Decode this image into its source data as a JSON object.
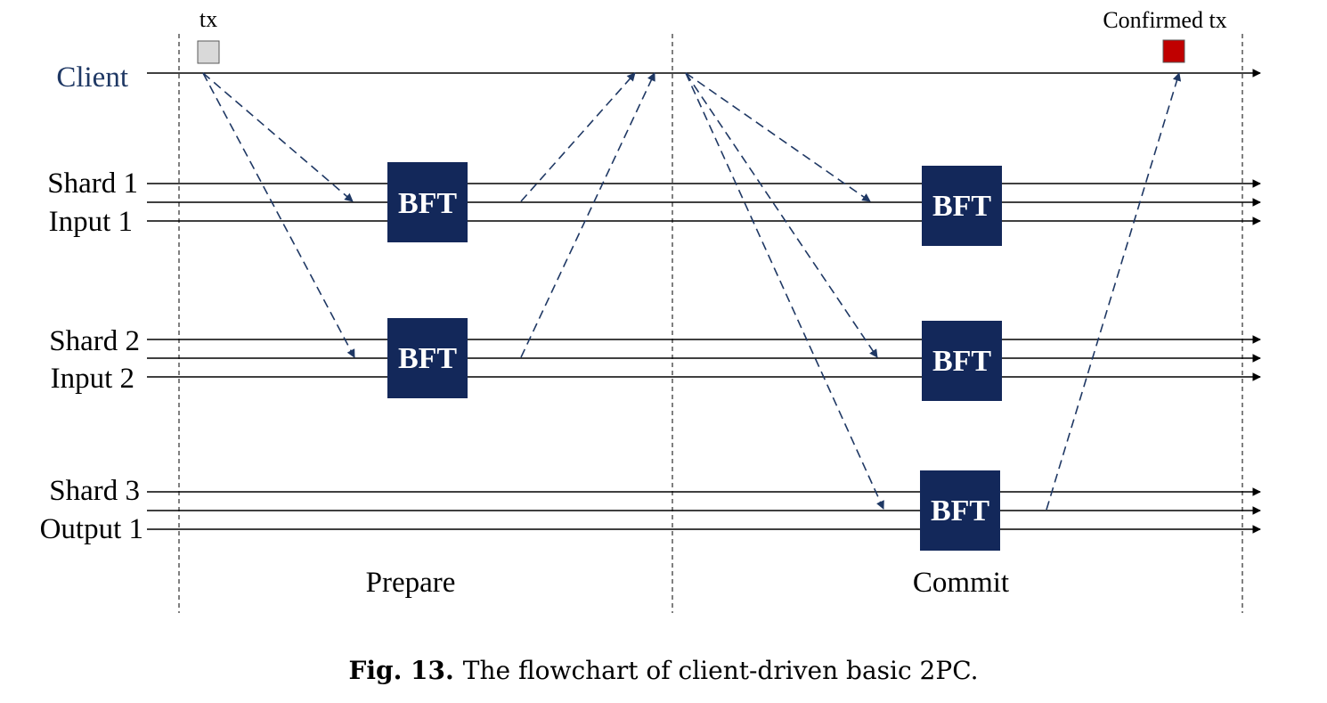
{
  "labels": {
    "tx": "tx",
    "confirmed_tx": "Confirmed tx",
    "client": "Client",
    "shard1": "Shard 1",
    "input1": "Input 1",
    "shard2": "Shard 2",
    "input2": "Input 2",
    "shard3": "Shard 3",
    "output1": "Output 1"
  },
  "phases": {
    "prepare": "Prepare",
    "commit": "Commit"
  },
  "bft_label": "BFT",
  "caption": {
    "prefix": "Fig. 13.",
    "text": "The flowchart of client-driven basic 2PC."
  },
  "colors": {
    "bft_box": "#13285a",
    "client_label": "#1f3864",
    "arrow": "#1f3864",
    "tx_box": "#d9d9d9",
    "confirmed_tx_box": "#c00000"
  }
}
